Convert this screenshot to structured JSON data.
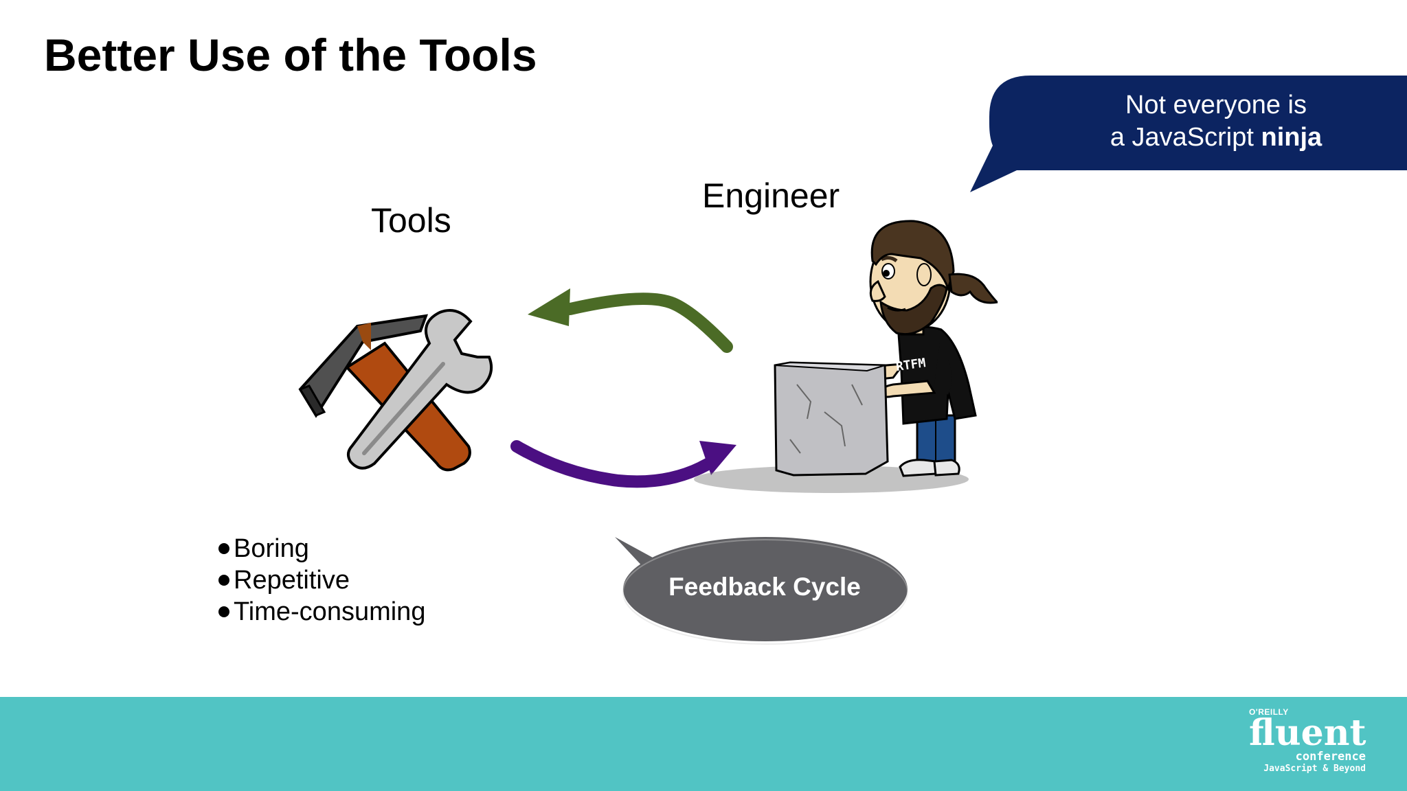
{
  "slide": {
    "title": "Better Use of the Tools",
    "tools_label": "Tools",
    "engineer_label": "Engineer",
    "bullets": [
      "Boring",
      "Repetitive",
      "Time-consuming"
    ],
    "callout": {
      "line1": "Not everyone is",
      "line2_prefix": "a JavaScript ",
      "line2_bold": "ninja"
    },
    "feedback_label": "Feedback Cycle",
    "engineer_shirt_text": "RTFM"
  },
  "logo": {
    "publisher": "O'REILLY",
    "name": "fluent",
    "subtitle": "conference",
    "tagline": "JavaScript & Beyond"
  },
  "colors": {
    "callout_bg": "#0c2461",
    "footer_bg": "#51c4c4",
    "arrow_top": "#4b6b26",
    "arrow_bottom": "#4b0f82",
    "bubble_gray": "#5f5f63"
  }
}
